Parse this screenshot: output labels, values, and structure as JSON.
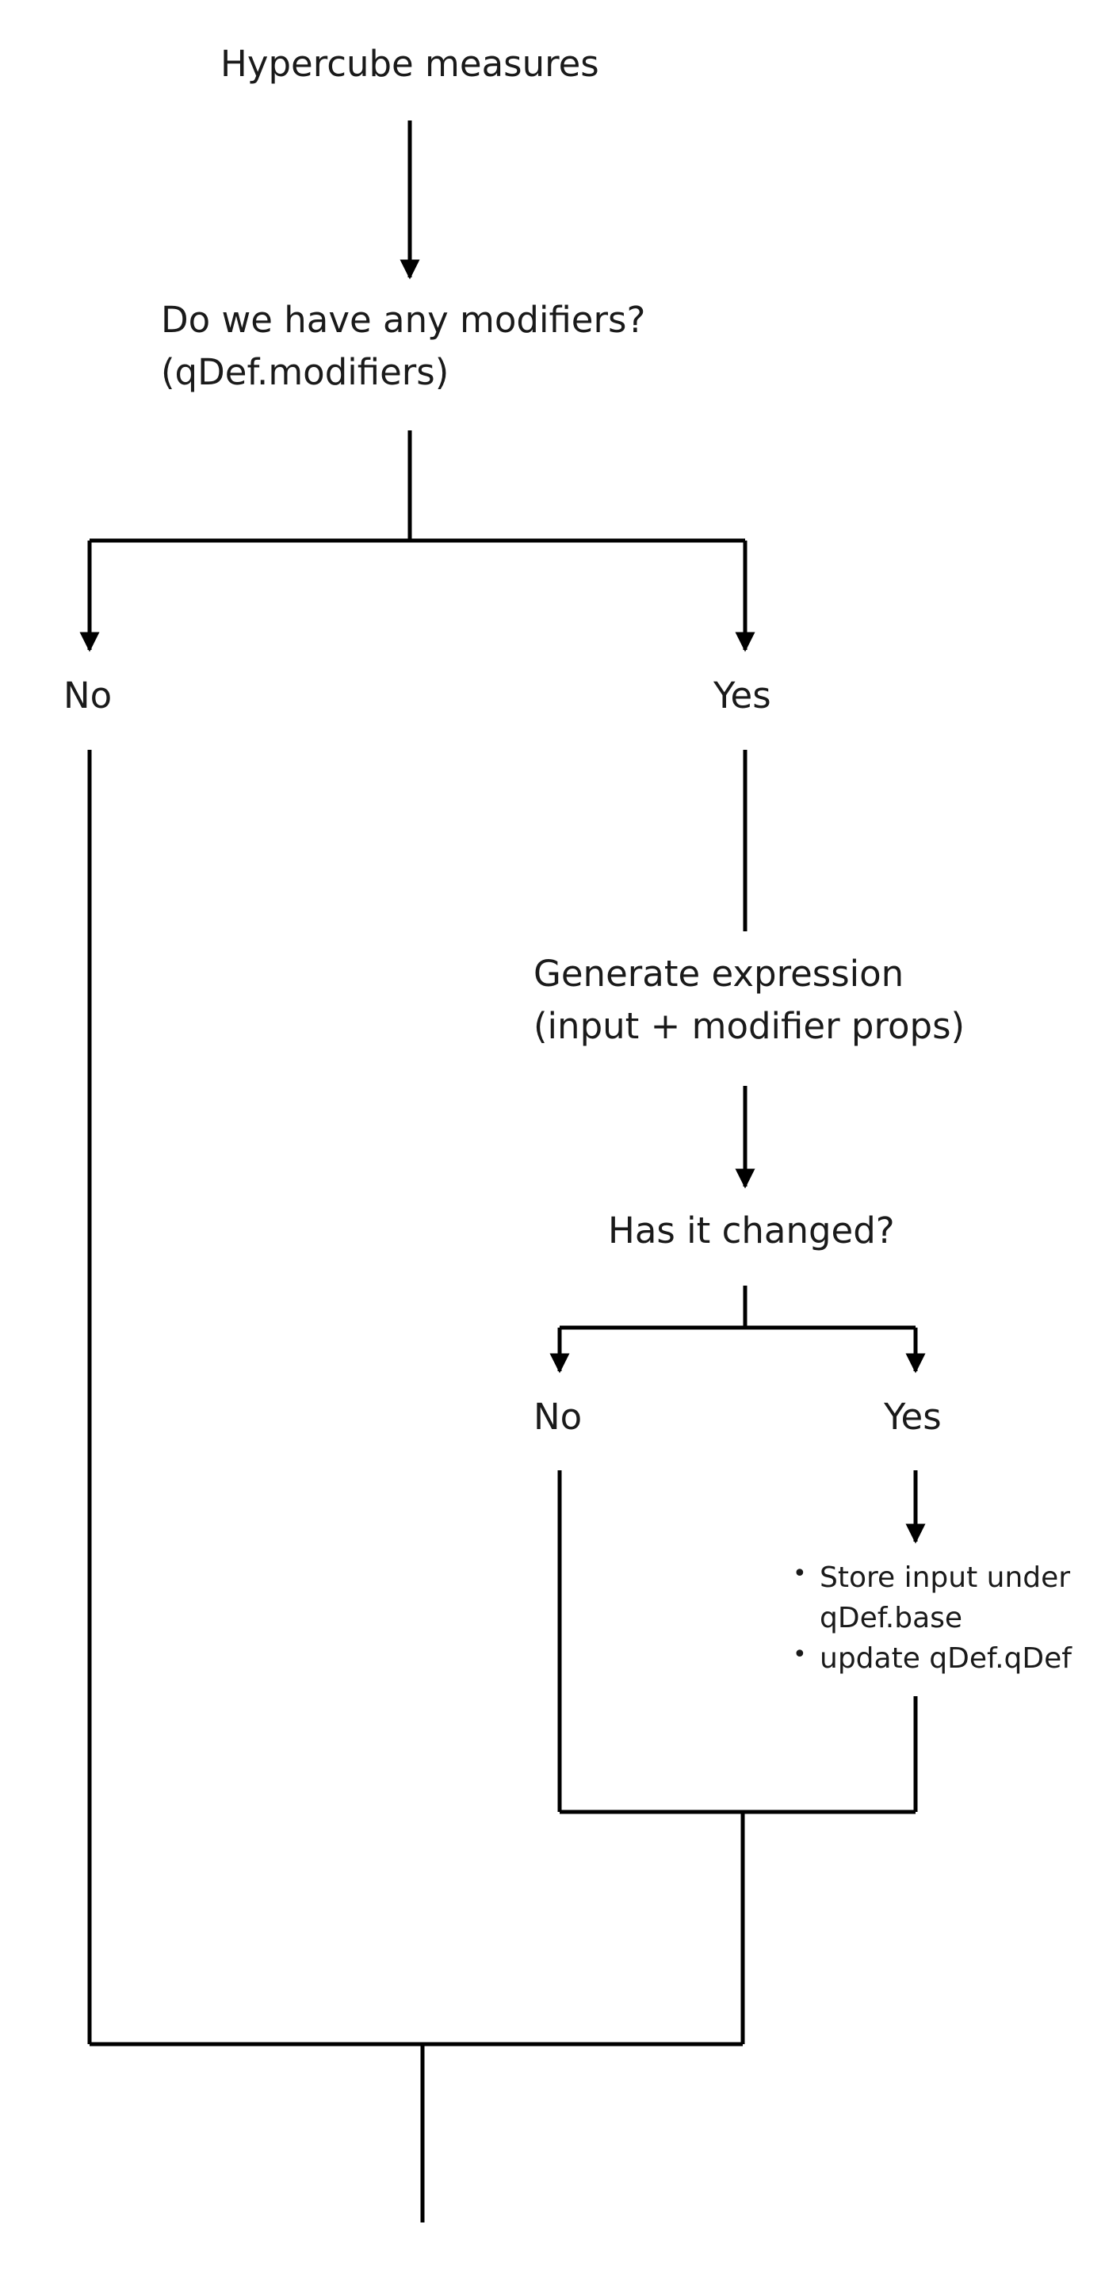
{
  "nodes": {
    "start": "Hypercube measures",
    "question_line1": "Do we have any modifiers?",
    "question_line2": "(qDef.modifiers)",
    "no_1": "No",
    "yes_1": "Yes",
    "generate_line1": "Generate expression",
    "generate_line2": "(input + modifier props)",
    "changed": "Has it changed?",
    "no_2": "No",
    "yes_2": "Yes",
    "action_items": [
      "Store input under",
      "qDef.base",
      "update qDef.qDef"
    ]
  },
  "colors": {
    "line": "#000000",
    "text": "#1a1a1a",
    "background": "#ffffff"
  }
}
